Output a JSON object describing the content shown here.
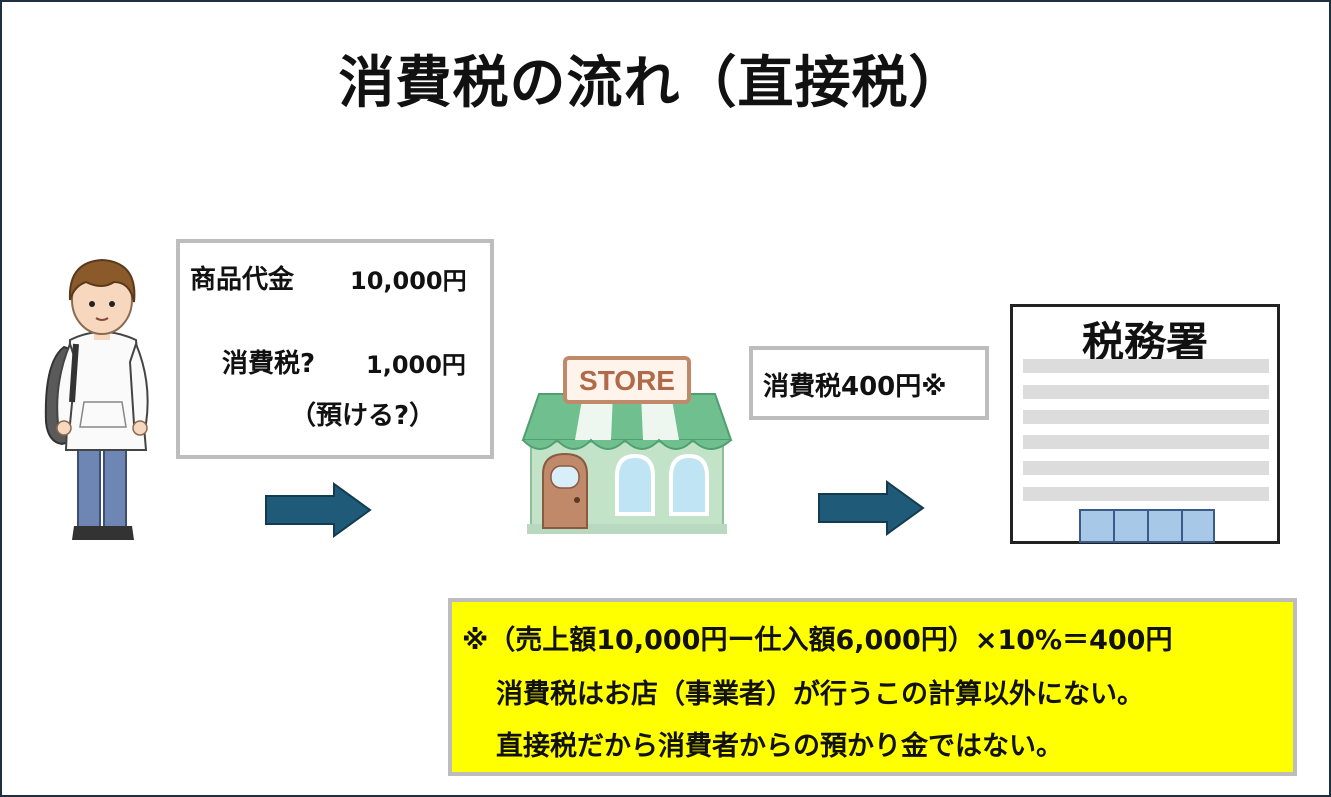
{
  "title": "消費税の流れ（直接税）",
  "price_box": {
    "price_label": "商品代金",
    "price_value": "10,000円",
    "tax_label": "消費税?",
    "tax_value": "1,000円",
    "deposit": "（預ける?）"
  },
  "store": {
    "sign": "STORE"
  },
  "store_tax_box": {
    "text": "消費税400円※"
  },
  "tax_office": {
    "label": "税務署"
  },
  "note": {
    "line1": "※（売上額10,000円ー仕入額6,000円）×10%＝400円",
    "line2": "消費税はお店（事業者）が行うこの計算以外にない。",
    "line3": "直接税だから消費者からの預かり金ではない。"
  },
  "colors": {
    "arrow": "#1f5a78",
    "note_bg": "#ffff00",
    "box_border": "#bdbdbd",
    "store_awning": "#6fbf8f",
    "store_wall": "#c3e3c9",
    "store_door": "#c08a6a"
  },
  "icons": [
    "person-icon",
    "store-icon",
    "tax-office-icon",
    "arrow-right-icon"
  ]
}
